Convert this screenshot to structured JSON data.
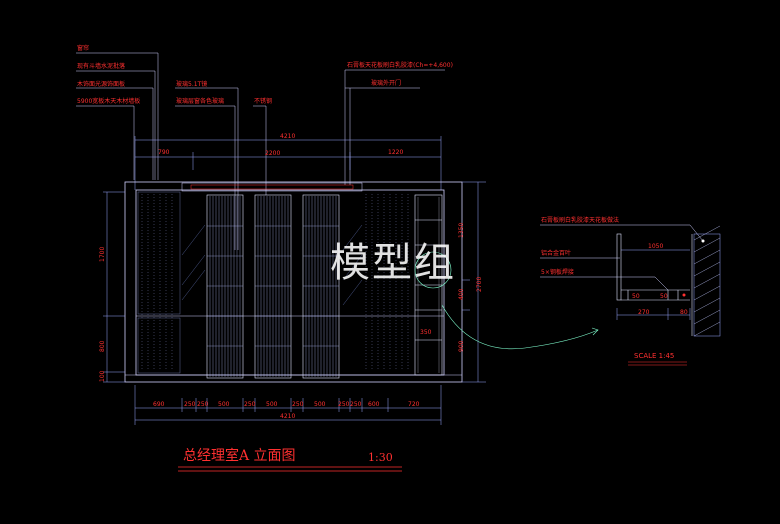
{
  "drawing": {
    "title": "总经理室A 立面图",
    "scale": "1:30",
    "watermark": "模型组",
    "colors": {
      "background": "#000000",
      "annotation": "#ff3030",
      "outline": "#d0d0ff",
      "leader": "#80ffd0",
      "detail_line": "#9aa6ff",
      "hatch": "#ffffff"
    }
  },
  "leaders_left": [
    "窗帘",
    "现有斗墙水泥批落",
    "木饰面光源饰面板",
    "5900宽板木天木材墙板"
  ],
  "leaders_mid": [
    "玻璃5.1T镜",
    "玻璃层窗各色玻璃",
    "不锈钢"
  ],
  "leaders_right": [
    "石膏板天花板刷白乳胶漆(Ch=+4,600)",
    "玻璃外开门"
  ],
  "dims_top": {
    "overall": "4210",
    "left": "790",
    "middle": "2200",
    "right": "1220"
  },
  "dims_bottom": {
    "segments": [
      "690",
      "250",
      "250",
      "500",
      "250",
      "500",
      "250",
      "500",
      "250",
      "250",
      "600",
      "720"
    ],
    "overall": "4210"
  },
  "dims_left": [
    "1700",
    "800",
    "100"
  ],
  "dims_right": [
    "1350",
    "400",
    "900",
    "350",
    "2700"
  ],
  "detail": {
    "labels": [
      "石膏板刷白乳胶漆天花板做法",
      "铝合金百叶",
      "5×钢板焊接"
    ],
    "dims": [
      "1050",
      "50",
      "50",
      "270",
      "80"
    ],
    "scale_label": "SCALE 1:45"
  }
}
